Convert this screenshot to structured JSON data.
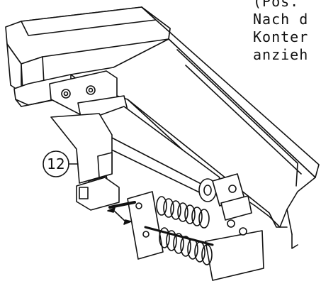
{
  "text_lines": [
    "(Pos.",
    "Nach d",
    "Konter",
    "anzieh"
  ],
  "callout": {
    "number": "12"
  },
  "colors": {
    "ink": "#111111",
    "paper": "#ffffff"
  }
}
